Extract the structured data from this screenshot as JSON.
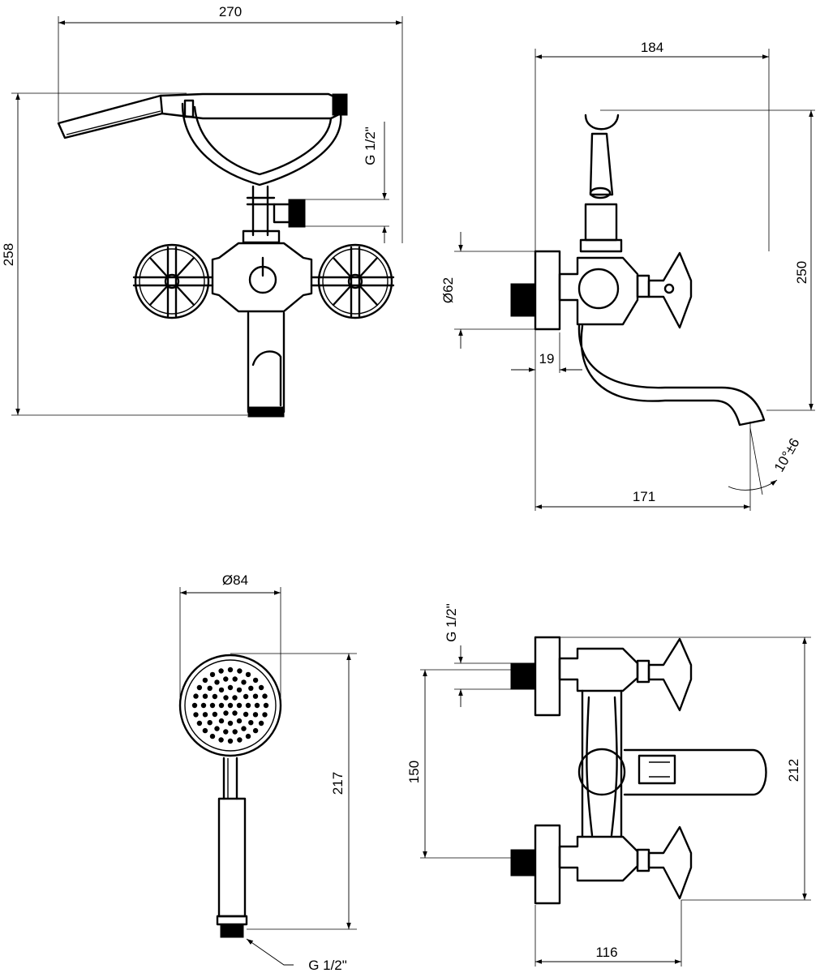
{
  "dimensions": {
    "front_width": "270",
    "front_height": "258",
    "front_thread": "G 1/2\"",
    "side_depth": "184",
    "side_height": "250",
    "side_rosette": "Ø62",
    "side_rosette_depth": "19",
    "side_spout_reach": "171",
    "side_spout_angle": "10°±6",
    "shower_diameter": "Ø84",
    "shower_length": "217",
    "shower_thread": "G 1/2\"",
    "top_thread": "G 1/2\"",
    "top_centers": "150",
    "top_height": "212",
    "top_width": "116"
  }
}
